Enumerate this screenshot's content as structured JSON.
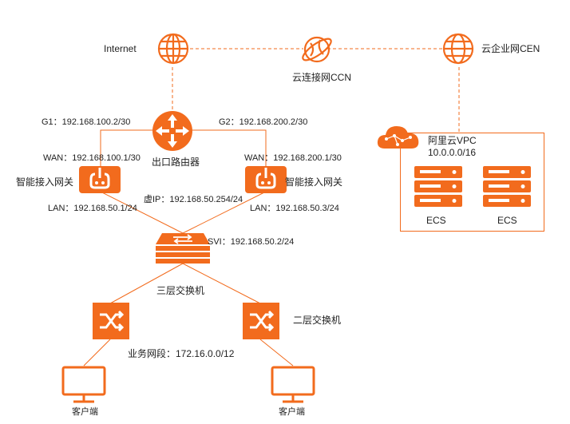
{
  "colors": {
    "accent": "#f26b1d",
    "dashed_line": "#f26b1d",
    "solid_line": "#f26b1d"
  },
  "top": {
    "internet": "Internet",
    "ccn": "云连接网CCN",
    "cen": "云企业网CEN"
  },
  "router": {
    "label": "出口路由器",
    "g1": "G1：192.168.100.2/30",
    "g2": "G2：192.168.200.2/30"
  },
  "gateway_left": {
    "label": "智能接入网关",
    "wan": "WAN：192.168.100.1/30",
    "lan": "LAN：192.168.50.1/24"
  },
  "gateway_right": {
    "label": "智能接入网关",
    "wan": "WAN：192.168.200.1/30",
    "lan": "LAN：192.168.50.3/24"
  },
  "vip": "虚IP：192.168.50.254/24",
  "l3switch": {
    "svi": "SVI：192.168.50.2/24",
    "label": "三层交换机"
  },
  "l2switch": {
    "label": "二层交换机"
  },
  "segment": "业务网段：172.16.0.0/12",
  "clients": [
    "客户端",
    "客户端"
  ],
  "vpc": {
    "title": "阿里云VPC",
    "cidr": "10.0.0.0/16",
    "servers": [
      "ECS",
      "ECS"
    ]
  },
  "icons": [
    "globe-icon",
    "ccn-orbit-icon",
    "cen-globe-icon",
    "router-icon",
    "gateway-icon",
    "l3-switch-icon",
    "l2-switch-icon",
    "monitor-icon",
    "cloud-icon",
    "server-icon"
  ]
}
